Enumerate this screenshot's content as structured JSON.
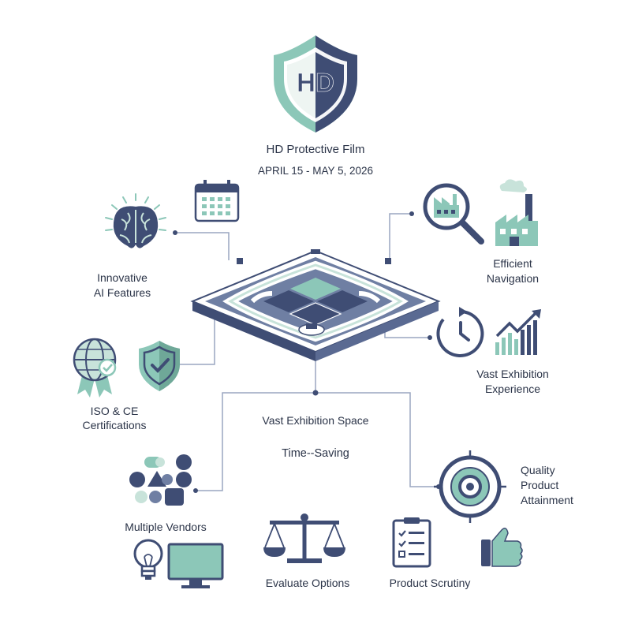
{
  "colors": {
    "navy": "#3f4d74",
    "teal": "#8cc7b8",
    "mint": "#c8e3da",
    "slate": "#6f7fa3",
    "line": "#9aa6c0",
    "bg": "#ffffff"
  },
  "header": {
    "logo_text": "HD",
    "title": "HD Protective Film",
    "dates": "APRIL 15 - MAY 5, 2026"
  },
  "center": {
    "label": "Vast Exhibition Space",
    "sublabel": "Time--Saving"
  },
  "nodes": [
    {
      "id": "innovative",
      "label_1": "Innovative",
      "label_2": "AI Features",
      "icons": [
        "brain-icon",
        "calendar-icon"
      ]
    },
    {
      "id": "certifications",
      "label_1": "ISO & CE",
      "label_2": "Certifications",
      "icons": [
        "globe-award-icon",
        "shield-check-icon"
      ]
    },
    {
      "id": "vendors",
      "label_1": "Multiple Vendors",
      "icons": [
        "shapes-icon",
        "lightbulb-icon",
        "monitor-icon"
      ]
    },
    {
      "id": "evaluate",
      "label_1": "Evaluate Options",
      "icons": [
        "scale-icon"
      ]
    },
    {
      "id": "scrutiny",
      "label_1": "Product Scrutiny",
      "icons": [
        "checklist-icon"
      ]
    },
    {
      "id": "navigation",
      "label_1": "Efficient",
      "label_2": "Navigation",
      "icons": [
        "factory-search-icon",
        "factory-icon"
      ]
    },
    {
      "id": "experience",
      "label_1": "Vast Exhibition",
      "label_2": "Experience",
      "icons": [
        "clock-icon",
        "growth-chart-icon"
      ]
    },
    {
      "id": "quality",
      "label_1": "Quality",
      "label_2": "Product",
      "label_3": "Attainment",
      "icons": [
        "target-icon",
        "thumbs-up-icon"
      ]
    }
  ]
}
